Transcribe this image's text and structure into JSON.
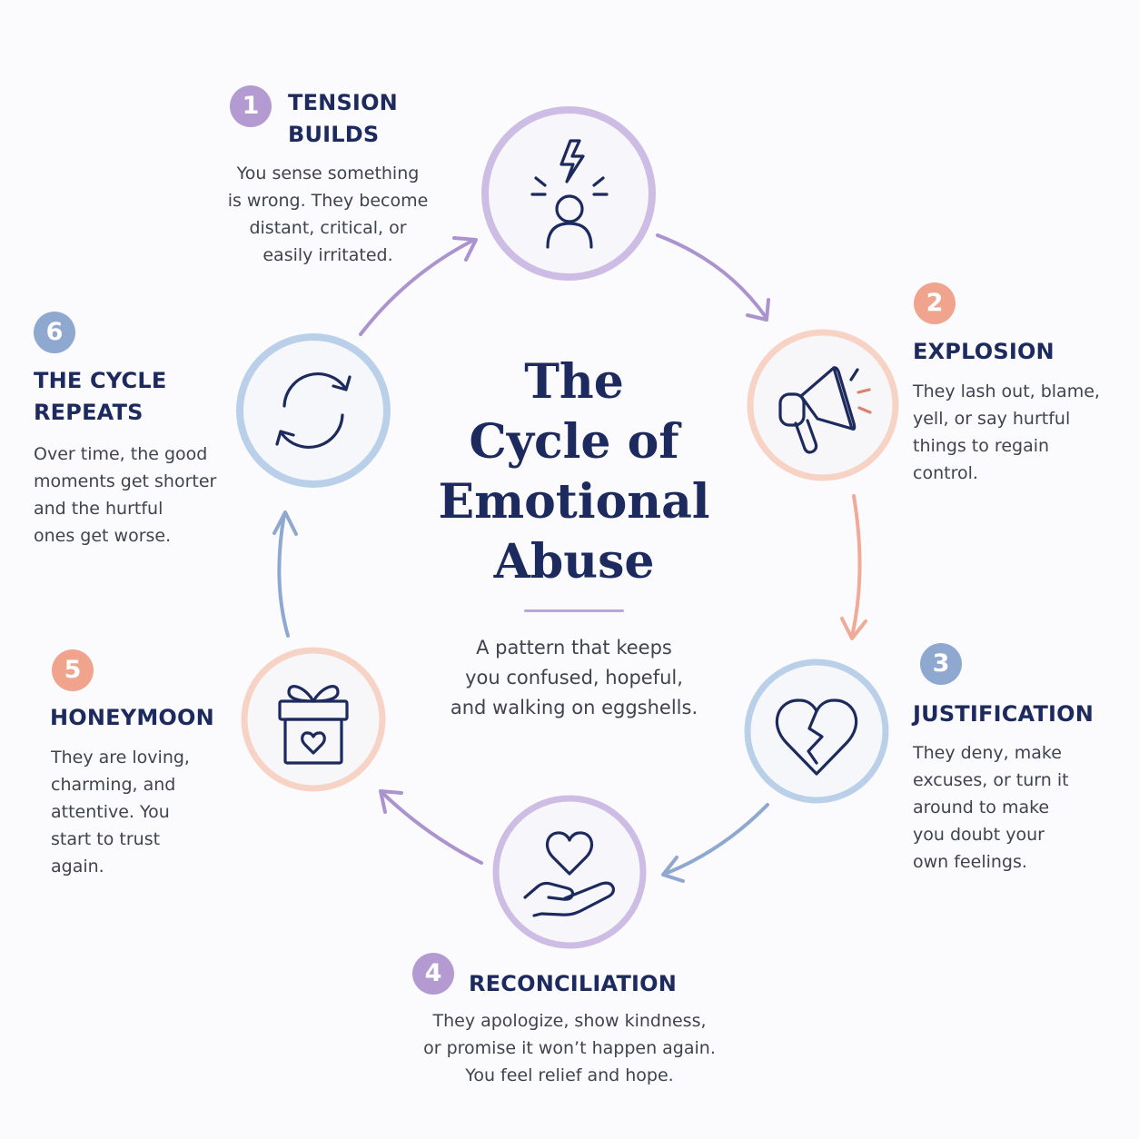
{
  "title": {
    "lines": [
      "The",
      "Cycle of",
      "Emotional",
      "Abuse"
    ]
  },
  "subtitle": {
    "lines": [
      "A pattern that keeps",
      "you confused, hopeful,",
      "and walking on eggshells."
    ]
  },
  "colors": {
    "purple": "#b39bd1",
    "purple_ring": "#cfc0e6",
    "peach": "#f0a48e",
    "peach_ring": "#f8d2c5",
    "blue": "#8fa8d0",
    "blue_ring": "#b9cfe8",
    "navy": "#1c2a5e",
    "text": "#3f4350"
  },
  "stages": [
    {
      "number": "1",
      "title_lines": [
        "TENSION",
        "BUILDS"
      ],
      "desc_lines": [
        "You sense something",
        "is wrong. They become",
        "distant, critical, or",
        "easily irritated."
      ],
      "icon": "person-lightning-icon",
      "accent": "purple"
    },
    {
      "number": "2",
      "title_lines": [
        "EXPLOSION"
      ],
      "desc_lines": [
        "They lash out, blame,",
        "yell, or say hurtful",
        "things to regain",
        "control."
      ],
      "icon": "megaphone-icon",
      "accent": "peach"
    },
    {
      "number": "3",
      "title_lines": [
        "JUSTIFICATION"
      ],
      "desc_lines": [
        "They deny, make",
        "excuses, or turn it",
        "around to make",
        "you doubt your",
        "own feelings."
      ],
      "icon": "broken-heart-icon",
      "accent": "blue"
    },
    {
      "number": "4",
      "title_lines": [
        "RECONCILIATION"
      ],
      "desc_lines": [
        "They apologize, show kindness,",
        "or promise it won’t happen again.",
        "You feel relief and hope."
      ],
      "icon": "heart-in-hand-icon",
      "accent": "purple"
    },
    {
      "number": "5",
      "title_lines": [
        "HONEYMOON"
      ],
      "desc_lines": [
        "They are loving,",
        "charming, and",
        "attentive. You",
        "start to trust",
        "again."
      ],
      "icon": "gift-heart-icon",
      "accent": "peach"
    },
    {
      "number": "6",
      "title_lines": [
        "THE CYCLE",
        "REPEATS"
      ],
      "desc_lines": [
        "Over time, the good",
        "moments get shorter",
        "and the hurtful",
        "ones get worse."
      ],
      "icon": "cycle-arrows-icon",
      "accent": "blue"
    }
  ]
}
